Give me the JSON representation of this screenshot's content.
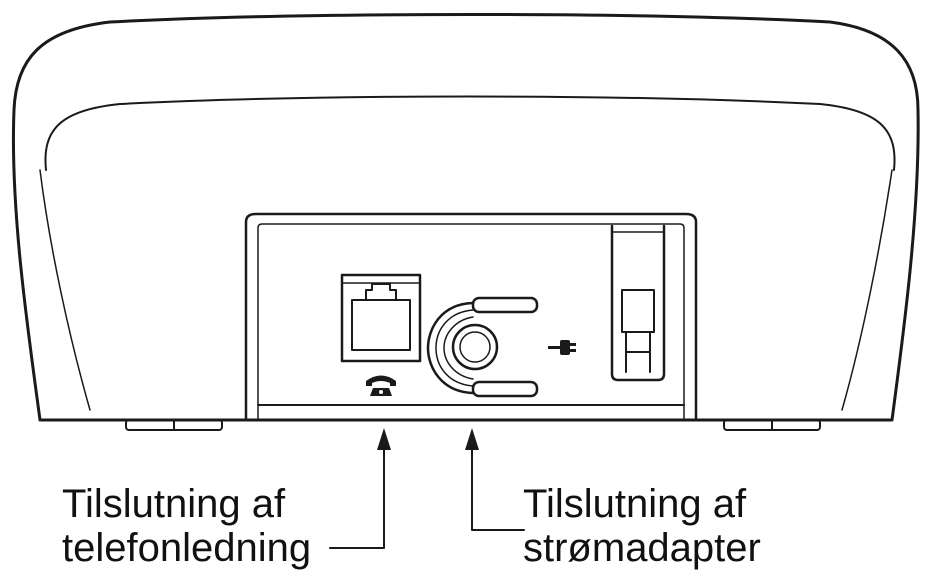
{
  "callouts": {
    "phone_jack": {
      "line1": "Tilslutning af",
      "line2": "telefonledning"
    },
    "power_jack": {
      "line1": "Tilslutning af",
      "line2": "strømadapter"
    }
  },
  "icons": {
    "phone_symbol": "telephone-icon",
    "power_symbol": "power-plug-icon"
  },
  "colors": {
    "stroke": "#1a1a1a",
    "fill": "#ffffff"
  }
}
